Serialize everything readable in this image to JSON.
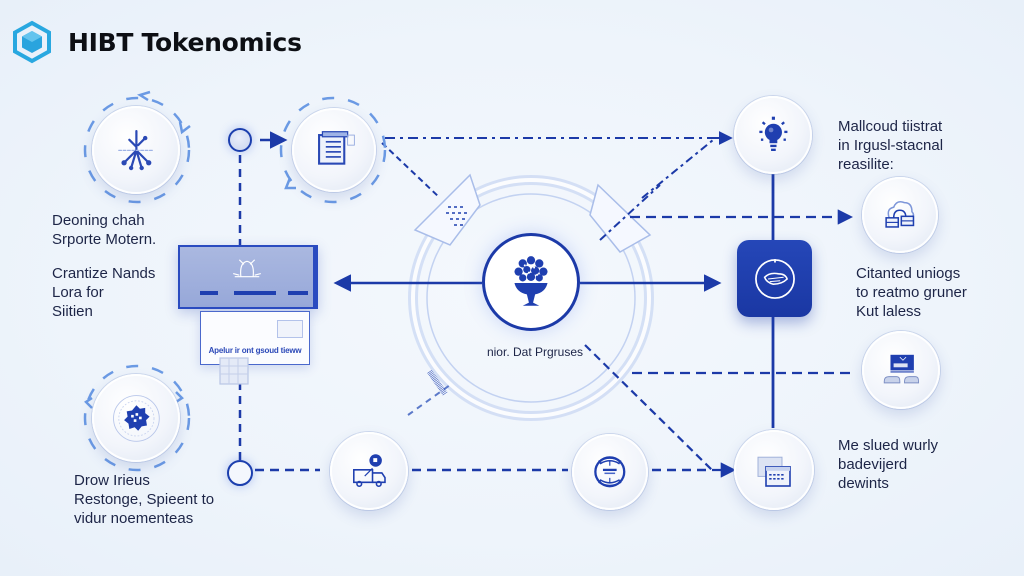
{
  "header": {
    "title": "HIBT Tokenomics",
    "logo_icon": "hexagon-cube-icon",
    "logo_color": "#29a8e0"
  },
  "colors": {
    "primary": "#1c3aa8",
    "accent_light": "#5b8fe0",
    "background": "#eef4fb",
    "text": "#1d2547"
  },
  "left": {
    "label_top": {
      "lines": [
        "Deoning chah",
        "Srporte Motern."
      ]
    },
    "label_mid": {
      "lines": [
        "Crantize Nands",
        "Lora for",
        "Siitien"
      ]
    },
    "label_bottom": {
      "lines": [
        "Drow Irieus",
        "Restonge,  Spieent to",
        "vidur noementeas"
      ]
    },
    "card_caption": "Apelur ir ont gsoud tieww"
  },
  "center": {
    "hub_caption": "nior. Dat Prgruses",
    "hub_icon": "tree-in-vase-icon"
  },
  "right": {
    "label_top": {
      "lines": [
        "Mallcoud tiistrat",
        "in Irgusl-stacnal",
        "reasilite:"
      ]
    },
    "label_mid": {
      "lines": [
        "Citanted uniogs",
        "to reatmo gruner",
        "Kut laless"
      ]
    },
    "label_bottom": {
      "lines": [
        "Me slued wurly",
        "badevijerd",
        "dewints"
      ]
    }
  },
  "nodes": [
    {
      "id": "network",
      "icon": "network-tree-icon"
    },
    {
      "id": "document",
      "icon": "document-list-icon"
    },
    {
      "id": "badge",
      "icon": "gear-badge-icon"
    },
    {
      "id": "truck",
      "icon": "delivery-truck-icon"
    },
    {
      "id": "seal",
      "icon": "seal-stamp-icon"
    },
    {
      "id": "lightbulb",
      "icon": "lightbulb-icon"
    },
    {
      "id": "cloud-storage",
      "icon": "cloud-storage-icon"
    },
    {
      "id": "exchange",
      "icon": "token-exchange-icon"
    },
    {
      "id": "monitor-cars",
      "icon": "monitor-vehicles-icon"
    },
    {
      "id": "ledger",
      "icon": "ledger-box-icon"
    }
  ]
}
